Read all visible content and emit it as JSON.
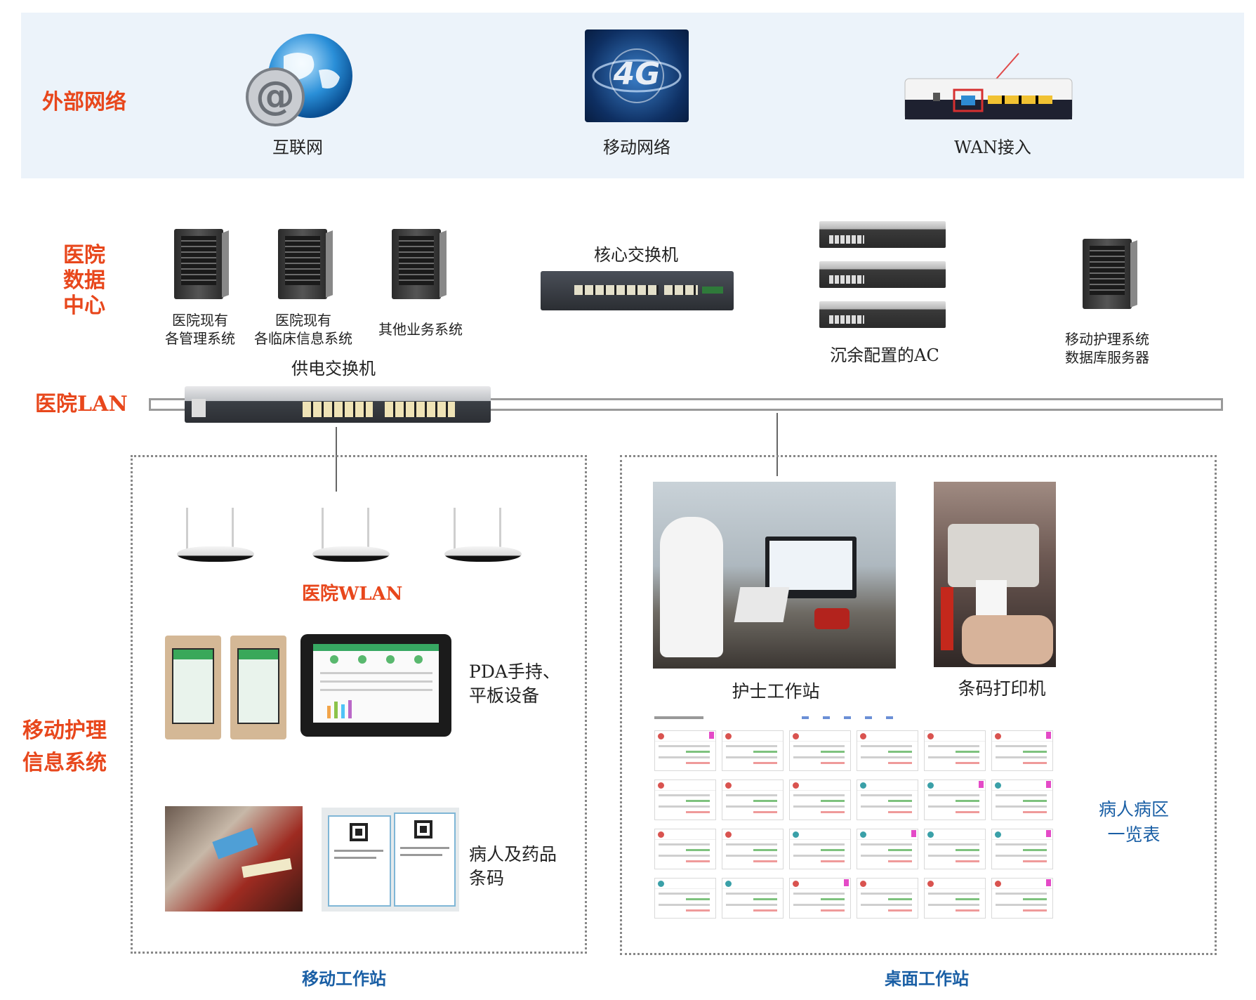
{
  "sections": {
    "external": "外部网络",
    "datacenter_lines": [
      "医院",
      "数据",
      "中心"
    ],
    "lan": "医院LAN",
    "mobile_lines": [
      "移动护理",
      "信息系统"
    ]
  },
  "external": {
    "internet": "互联网",
    "mobile": "移动网络",
    "wan": "WAN接入",
    "badge_4g": "4G"
  },
  "datacenter": {
    "server1": [
      "医院现有",
      "各管理系统"
    ],
    "server2": [
      "医院现有",
      "各临床信息系统"
    ],
    "server3": "其他业务系统",
    "core_switch": "核心交换机",
    "ac": "沉余配置的AC",
    "db_server": [
      "移动护理系统",
      "数据库服务器"
    ],
    "poe_switch": "供电交换机"
  },
  "mobile_station": {
    "wlan": "医院WLAN",
    "pda": [
      "PDA手持、",
      "平板设备"
    ],
    "barcode": [
      "病人及药品",
      "条码"
    ],
    "title": "移动工作站"
  },
  "desktop_station": {
    "nurse": "护士工作站",
    "printer": "条码打印机",
    "ward": [
      "病人病区",
      "一览表"
    ],
    "title": "桌面工作站"
  },
  "colors": {
    "section_label": "#e8471c",
    "station_title": "#1a5fa5",
    "band": "#ecf3fa"
  }
}
